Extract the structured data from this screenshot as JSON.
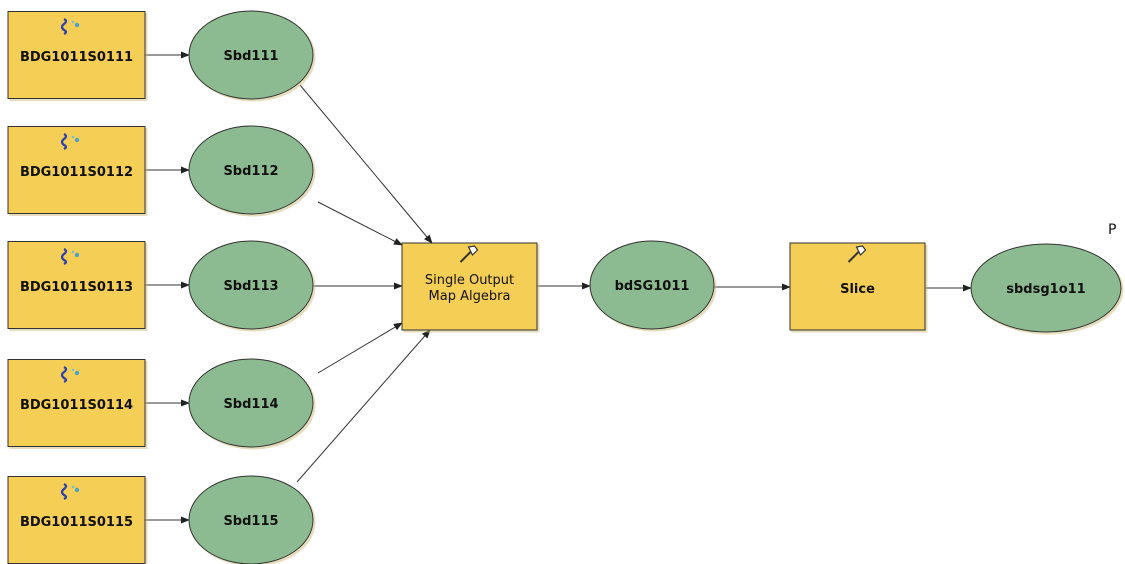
{
  "inputs": [
    {
      "label": "BDG1011S0111",
      "icon": "raster-dataset-icon"
    },
    {
      "label": "BDG1011S0112",
      "icon": "raster-dataset-icon"
    },
    {
      "label": "BDG1011S0113",
      "icon": "raster-dataset-icon"
    },
    {
      "label": "BDG1011S0114",
      "icon": "raster-dataset-icon"
    },
    {
      "label": "BDG1011S0115",
      "icon": "raster-dataset-icon"
    }
  ],
  "variables": [
    {
      "label": "Sbd111"
    },
    {
      "label": "Sbd112"
    },
    {
      "label": "Sbd113"
    },
    {
      "label": "Sbd114"
    },
    {
      "label": "Sbd115"
    }
  ],
  "tools": {
    "map_algebra": {
      "line1": "Single Output",
      "line2": "Map Algebra",
      "icon": "hammer-icon"
    },
    "slice": {
      "label": "Slice",
      "icon": "hammer-icon"
    }
  },
  "intermediate": {
    "label": "bdSG1011"
  },
  "output": {
    "label": "sbdsg1o11"
  },
  "corner_label": "P",
  "colors": {
    "input_fill": "#F5CE55",
    "tool_fill": "#F5CE55",
    "ellipse_fill": "#8DBB91",
    "stroke": "#333333",
    "connector": "#333333"
  }
}
